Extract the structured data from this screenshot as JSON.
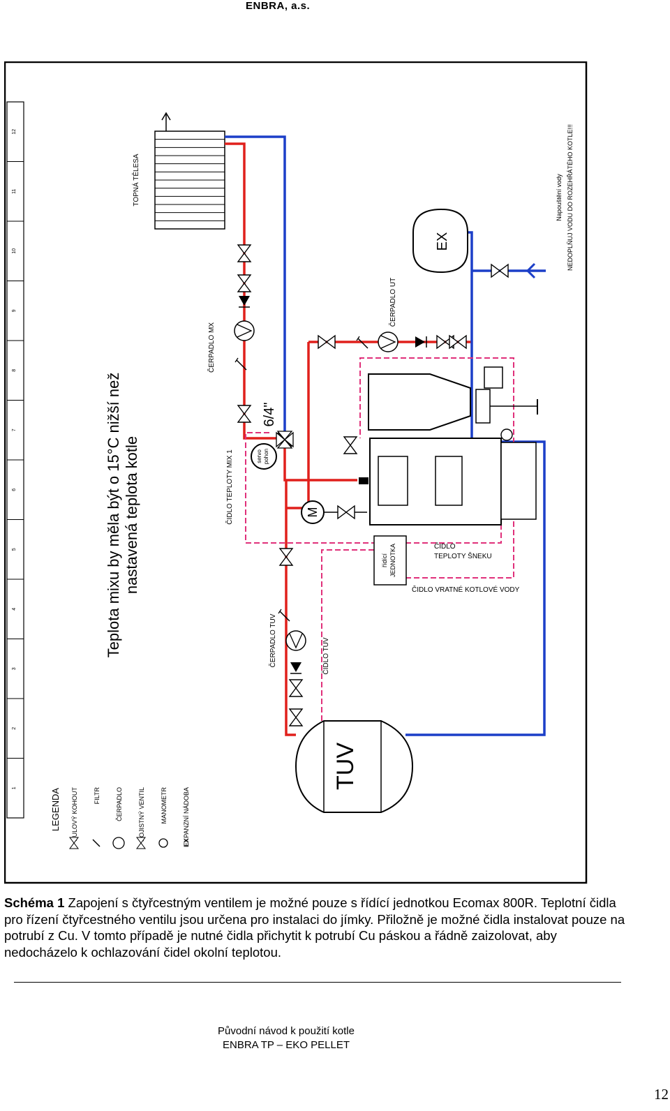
{
  "header": {
    "company": "ENBRA, a.s."
  },
  "diagram": {
    "labels": {
      "topna_telesa": "TOPNÁ TĚLESA",
      "cerpadlo_mx": "ČERPADLO MX",
      "cerpadlo_ut": "ČERPADLO UT",
      "cerpadlo_tuv": "ČERPADLO TUV",
      "cidlo_tuv": "ČIDLO TUV",
      "cidlo_mix": "ČIDLO TEPLOTY MIX 1",
      "cidlo_sneku_1": "ČIDLO",
      "cidlo_sneku_2": "TEPLOTY ŠNEKU",
      "cidlo_vratne": "ČIDLO VRATNÉ KOTLOVÉ VODY",
      "ridici_1": "řídící",
      "ridici_2": "JEDNOTKA",
      "servo_1": "servo",
      "servo_2": "pohon",
      "valve_size": "6/4\"",
      "motor": "M",
      "ex": "EX",
      "tuv": "TUV",
      "note_1": "Teplota mixu by měla být o 15°C nižší než",
      "note_2": "nastavená teplota kotle",
      "napousteni_1": "Napouštění vody",
      "napousteni_2": "NEDOPLŇUJ VODU DO ROZEHŘÁTÉHO KOTLE!!!"
    },
    "legend": {
      "title": "LEGENDA",
      "items": [
        {
          "symbol": "valve",
          "label": "KULOVÝ KOHOUT"
        },
        {
          "symbol": "filter",
          "label": "FILTR"
        },
        {
          "symbol": "pump",
          "label": "ČERPADLO"
        },
        {
          "symbol": "safety",
          "label": "POJISTNÝ VENTIL"
        },
        {
          "symbol": "gauge",
          "label": "MANOMETR"
        },
        {
          "symbol": "ex",
          "label": "EXPANZNÍ NÁDOBA",
          "code": "EX"
        }
      ]
    },
    "ruler": [
      "1",
      "2",
      "3",
      "4",
      "5",
      "6",
      "7",
      "8",
      "9",
      "10",
      "11",
      "12"
    ],
    "colors": {
      "supply": "#e0201c",
      "return": "#1c3fc8",
      "sensor": "#e0307a",
      "frame": "#000000"
    }
  },
  "caption": {
    "bold": "Schéma 1",
    "text": " Zapojení s čtyřcestným ventilem je možné pouze s řídící jednotkou Ecomax 800R. Teplotní čidla pro řízení čtyřcestného ventilu jsou určena pro instalaci do jímky. Přiložně je možné čidla instalovat pouze na potrubí z Cu. V tomto případě je nutné čidla přichytit k potrubí Cu páskou a řádně zaizolovat, aby nedocházelo k ochlazování čidel okolní teplotou."
  },
  "footer": {
    "line1": "Původní návod k použití kotle",
    "line2": "ENBRA TP – EKO PELLET"
  },
  "page_number": "12"
}
